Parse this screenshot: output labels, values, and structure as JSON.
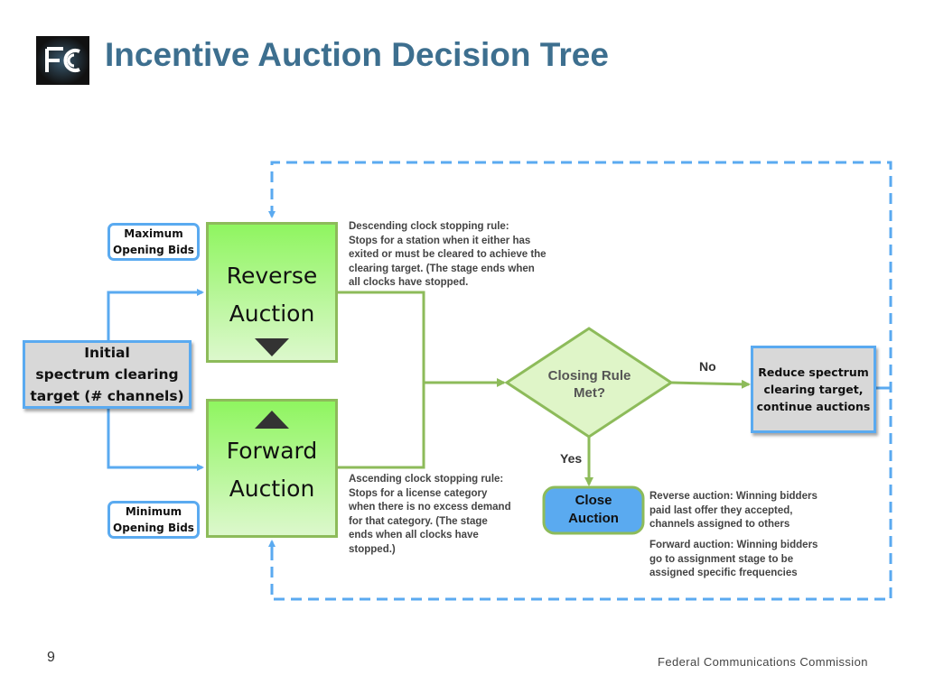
{
  "header": {
    "logo_text": "FCC",
    "title": "Incentive Auction Decision Tree"
  },
  "diagram": {
    "max_bids": {
      "line1": "Maximum",
      "line2": "Opening Bids"
    },
    "min_bids": {
      "line1": "Minimum",
      "line2": "Opening Bids"
    },
    "initial_target": {
      "line1": "Initial",
      "line2": "spectrum clearing",
      "line3": "target (# channels)"
    },
    "reverse_auction": {
      "line1": "Reverse",
      "line2": "Auction"
    },
    "forward_auction": {
      "line1": "Forward",
      "line2": "Auction"
    },
    "descending_rule": [
      "Descending clock stopping rule:",
      "Stops for a station when it either has",
      "exited or must be cleared to achieve the",
      "clearing target. (The stage ends when",
      "all clocks have stopped."
    ],
    "ascending_rule": [
      "Ascending clock stopping rule:",
      "Stops for a license category",
      "when there is no excess demand",
      "for that category. (The stage",
      "ends when all clocks have",
      "stopped.)"
    ],
    "decision": {
      "line1": "Closing Rule",
      "line2": "Met?"
    },
    "no_label": "No",
    "yes_label": "Yes",
    "reduce_target": {
      "line1": "Reduce spectrum",
      "line2": "clearing target,",
      "line3": "continue auctions"
    },
    "close_auction": {
      "line1": "Close",
      "line2": "Auction"
    },
    "reverse_result": [
      "Reverse auction: Winning bidders",
      "paid last offer they accepted,",
      "channels assigned to others"
    ],
    "forward_result": [
      "Forward auction: Winning bidders",
      "go to  assignment stage to be",
      "assigned specific frequencies"
    ]
  },
  "footer": {
    "page_number": "9",
    "organization": "Federal Communications Commission"
  },
  "colors": {
    "title": "#3d6f8f",
    "blue_line": "#5aaaf0",
    "green_line": "#8dbb5a",
    "green_fill": "#8ff560",
    "gray_fill": "#d8d8d8"
  },
  "icons": {
    "logo": "fcc-logo",
    "down_arrow": "down-triangle-icon",
    "up_arrow": "up-triangle-icon"
  }
}
